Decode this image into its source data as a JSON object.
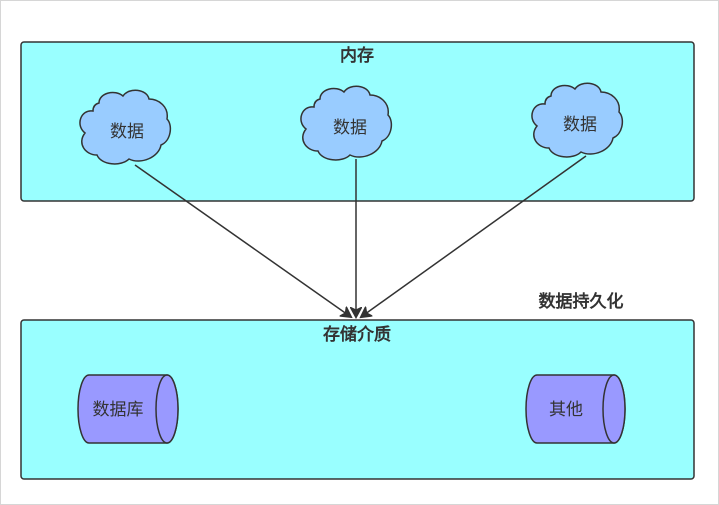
{
  "memory": {
    "title": "内存",
    "fill": "#99ffff",
    "items": [
      {
        "label": "数据"
      },
      {
        "label": "数据"
      },
      {
        "label": "数据"
      }
    ],
    "cloud_fill": "#99ccff"
  },
  "persistence_label": "数据持久化",
  "storage": {
    "title": "存储介质",
    "fill": "#99ffff",
    "items": [
      {
        "label": "数据库"
      },
      {
        "label": "其他"
      }
    ],
    "cylinder_fill": "#9999ff"
  },
  "stroke_color": "#333333"
}
